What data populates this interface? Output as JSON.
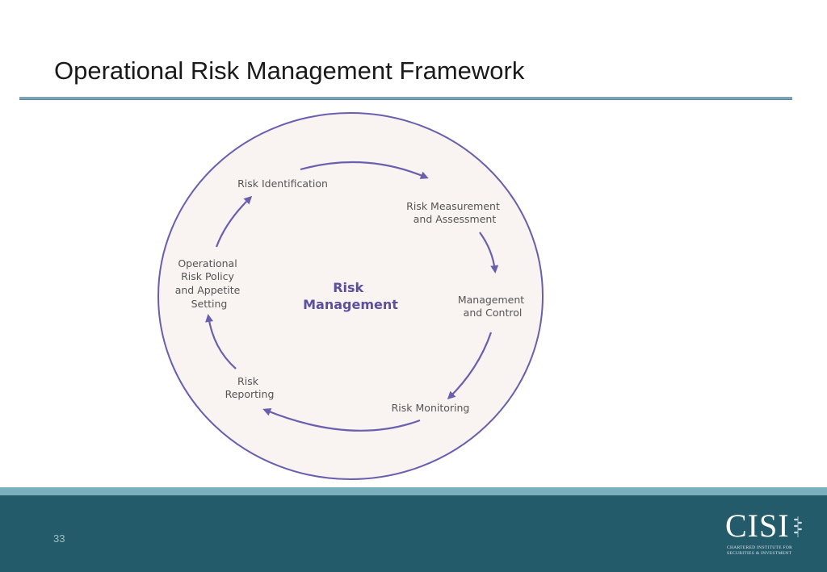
{
  "slide": {
    "title": "Operational Risk Management Framework",
    "page_number": "33"
  },
  "diagram": {
    "center_lines": [
      "Risk",
      "Management"
    ],
    "nodes": {
      "risk_identification": [
        "Risk Identification"
      ],
      "risk_measurement": [
        "Risk Measurement",
        "and Assessment"
      ],
      "management_control": [
        "Management",
        "and Control"
      ],
      "risk_monitoring": [
        "Risk Monitoring"
      ],
      "risk_reporting": [
        "Risk",
        "Reporting"
      ],
      "policy_setting": [
        "Operational",
        "Risk Policy",
        "and Appetite",
        "Setting"
      ]
    },
    "colors": {
      "circle_fill": "#f9f3f1",
      "stroke": "#6a5fae",
      "text": "#555555",
      "center_text": "#5b4f9e"
    }
  },
  "footer": {
    "logo_text": "CISI",
    "logo_subtitle": "CHARTERED INSTITUTE FOR SECURITIES & INVESTMENT",
    "band_color": "#245b6b",
    "stripe_color": "#7aafbd"
  }
}
